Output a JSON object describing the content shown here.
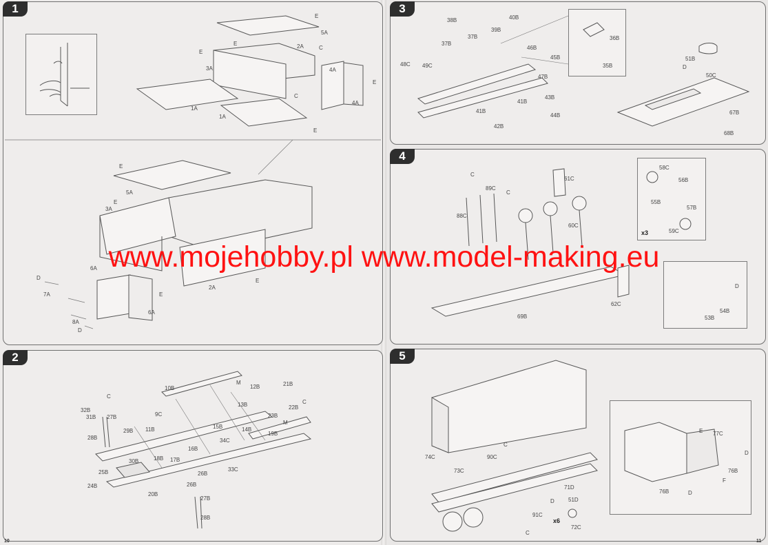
{
  "steps": {
    "s1": "1",
    "s2": "2",
    "s3": "3",
    "s4": "4",
    "s5": "5"
  },
  "labels": {
    "p1": [
      "5A",
      "2A",
      "3A",
      "4A",
      "4A",
      "1A",
      "1A",
      "5A",
      "3A",
      "6A",
      "7A",
      "8A",
      "6A",
      "2A"
    ],
    "p2": [
      "21B",
      "12B",
      "10B",
      "13B",
      "22B",
      "23B",
      "32B",
      "31B",
      "27B",
      "29B",
      "28B",
      "11B",
      "9C",
      "15B",
      "14B",
      "19B",
      "16B",
      "34C",
      "18B",
      "17B",
      "30B",
      "25B",
      "33C",
      "26B",
      "24B",
      "20B",
      "26B",
      "27B",
      "28B"
    ],
    "p3": [
      "38B",
      "40B",
      "37B",
      "37B",
      "39B",
      "36B",
      "35B",
      "46B",
      "45B",
      "48C",
      "49C",
      "47B",
      "51B",
      "50C",
      "41B",
      "41B",
      "43B",
      "42B",
      "44B",
      "67B",
      "68B"
    ],
    "p4": [
      "61C",
      "89C",
      "58C",
      "56B",
      "88C",
      "55B",
      "57B",
      "60C",
      "59C",
      "69B",
      "62C",
      "54B",
      "53B"
    ],
    "p5": [
      "77C",
      "74C",
      "90C",
      "73C",
      "76B",
      "71D",
      "51D",
      "76B",
      "91C",
      "72C"
    ]
  },
  "markers": {
    "e": "E",
    "c": "C",
    "d": "D",
    "f": "F",
    "m": "M"
  },
  "multipliers": {
    "x3": "x3",
    "x6": "x6"
  },
  "page_numbers": {
    "left": "10",
    "right": "11"
  },
  "watermark": "www.mojehobby.pl www.model-making.eu"
}
